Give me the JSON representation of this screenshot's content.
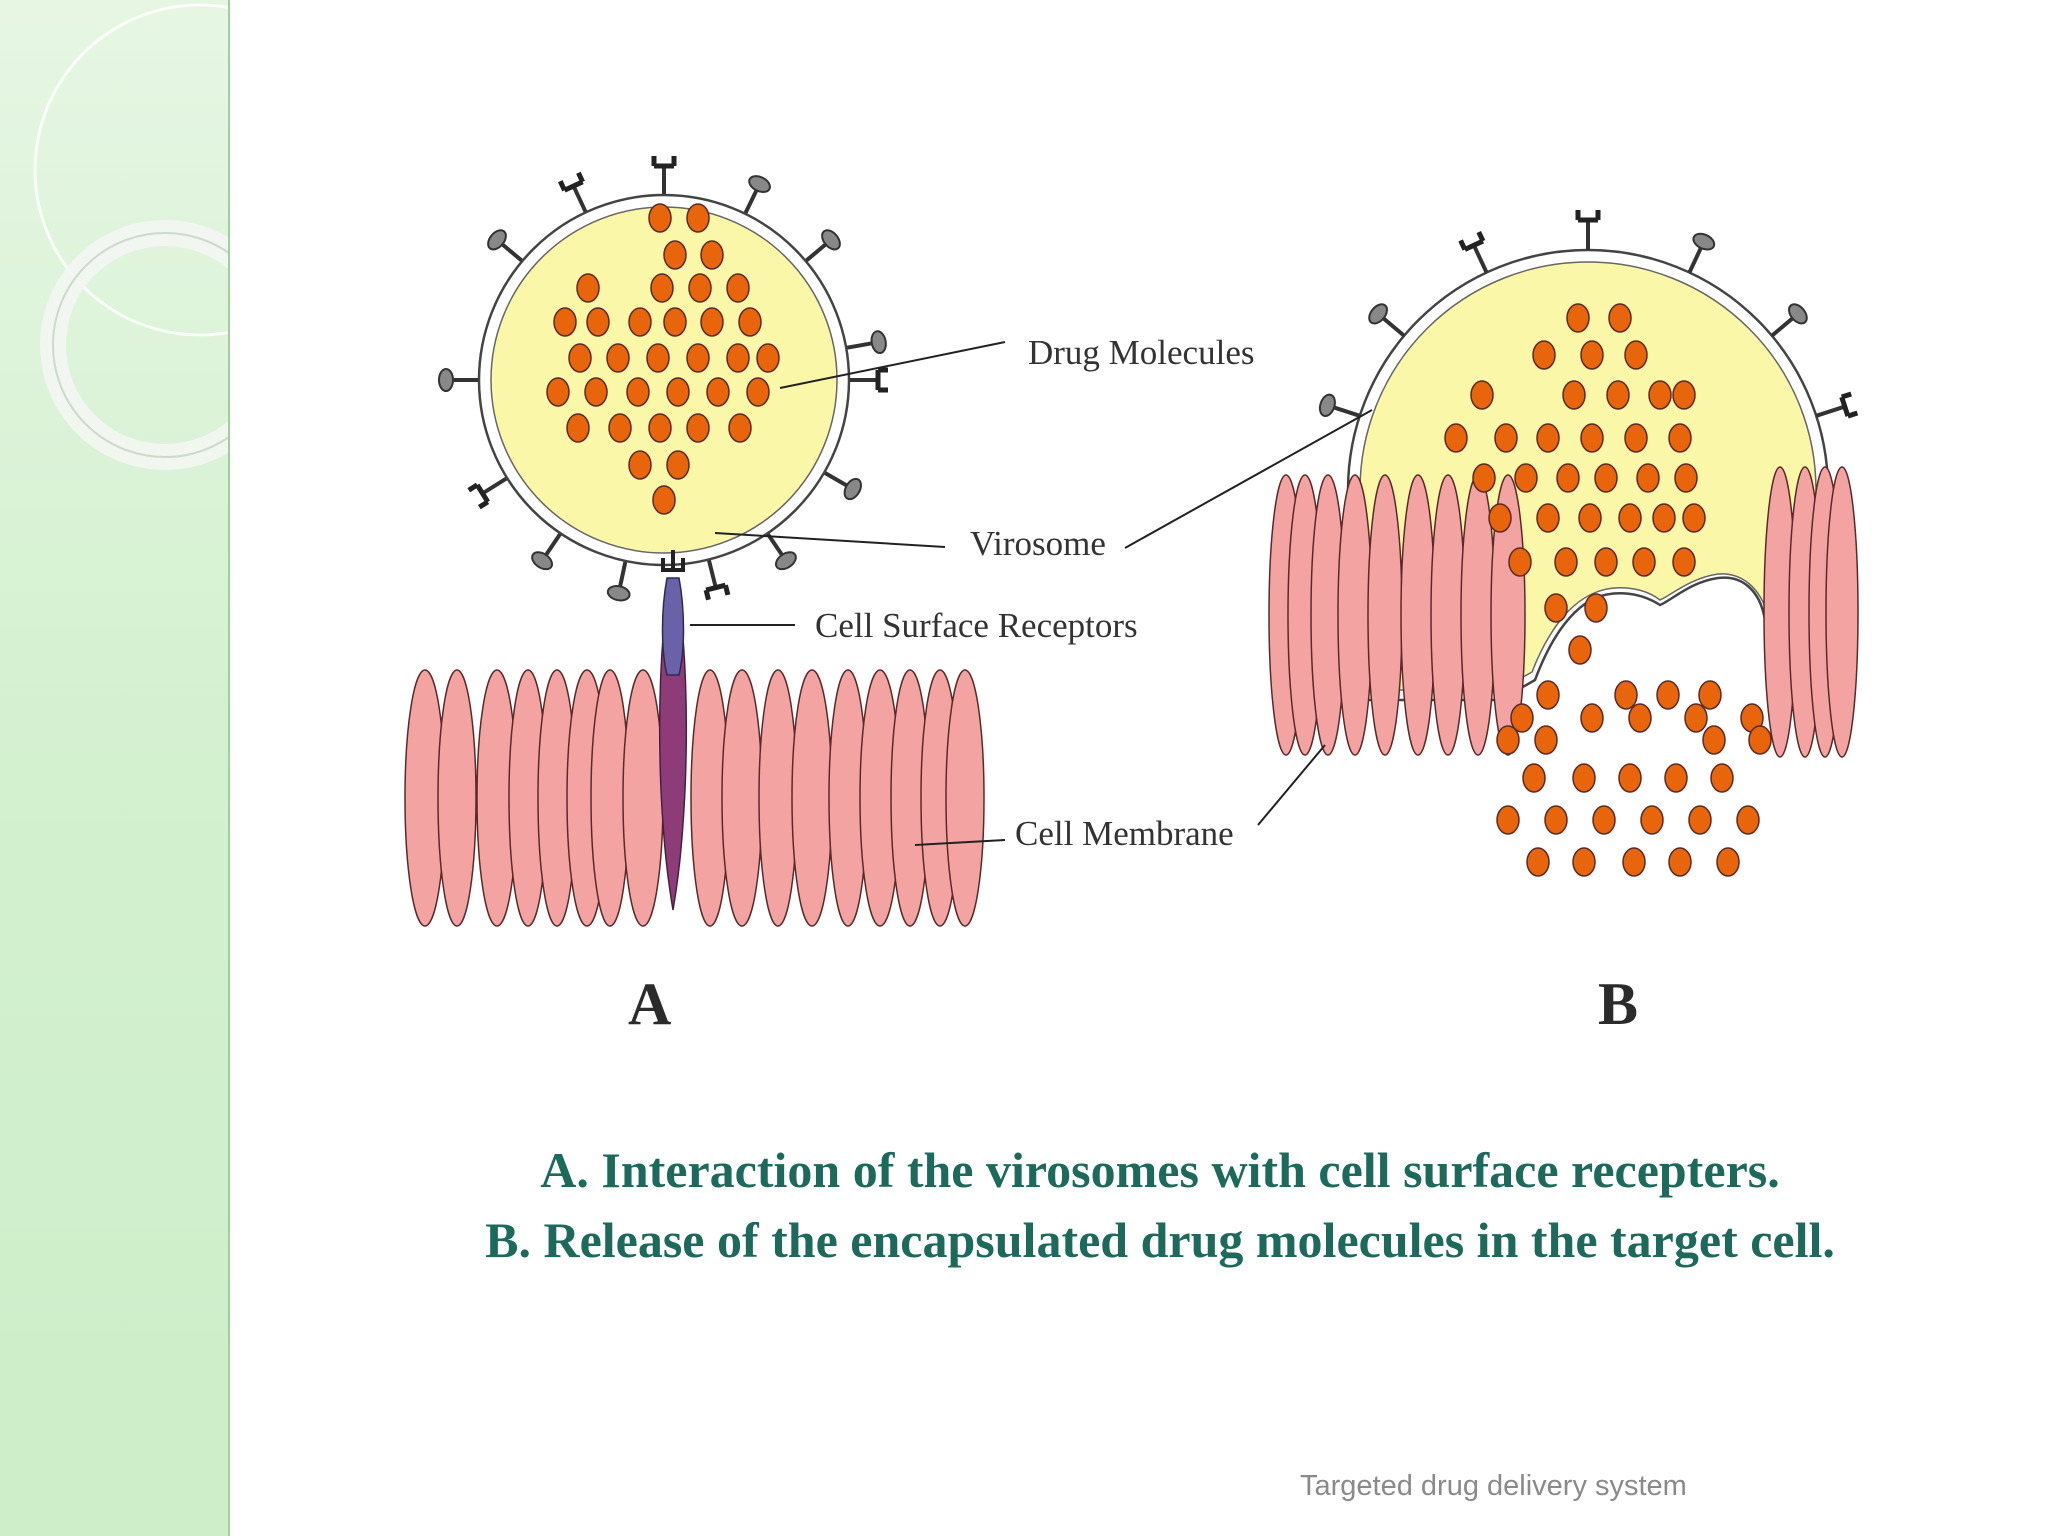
{
  "figure": {
    "labels": {
      "drug_molecules": "Drug Molecules",
      "virosome": "Virosome",
      "cell_surface_receptors": "Cell Surface Receptors",
      "cell_membrane": "Cell Membrane"
    },
    "panels": {
      "a": "A",
      "b": "B"
    }
  },
  "caption": {
    "line_a": "A. Interaction of the virosomes with cell surface recepters.",
    "line_b": "B. Release of the encapsulated drug molecules in the target cell."
  },
  "footer": {
    "text": "Targeted drug delivery system"
  },
  "colors": {
    "virosome_fill": "#fbf7a8",
    "drug_molecule": "#e8650c",
    "membrane_fill": "#f4a3a3",
    "receptor": "#6a61a8",
    "caption_text": "#1d6a5d",
    "sidebar": "#d3f0cf"
  },
  "icons": [
    "spike-protein-icon",
    "receptor-icon",
    "drug-molecule-icon"
  ]
}
